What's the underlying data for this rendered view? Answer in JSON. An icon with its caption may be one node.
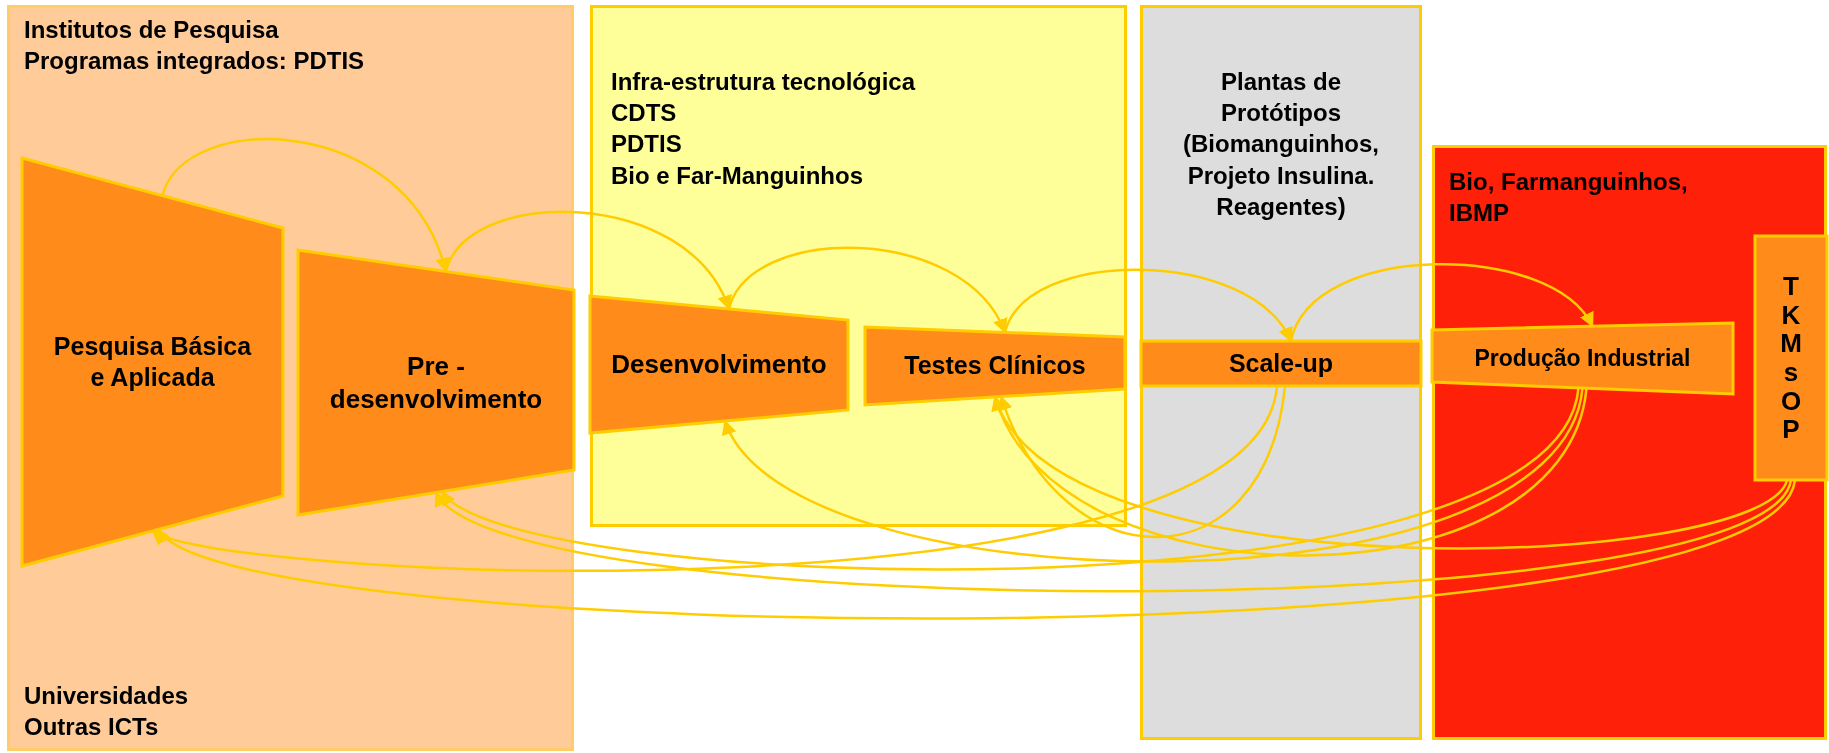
{
  "diagram": {
    "nodes": [
      {
        "text": [
          "Institutos de Pesquisa Programas integrados: PDTIS",
          "Universidades Outras ICTs"
        ]
      },
      {
        "text": [
          "Infra-estrutura tecnológica",
          "CDTS",
          "PDTIS",
          "Bio e Far-Manguinhos"
        ]
      },
      {
        "text": [
          "Plantas de Protótipos (Biomanguinhos, Projeto Insulina. Reagentes)"
        ]
      },
      {
        "text": [
          "Bio, Farmanguinhos, IBMP"
        ]
      },
      {
        "text": [
          "Pesquisa Básica e Aplicada"
        ],
        "in": 0
      },
      {
        "text": [
          "Pre - desenvolvimento"
        ],
        "in": 0
      },
      {
        "text": [
          "Desenvolvimento"
        ],
        "in": 1
      },
      {
        "text": [
          "Testes Clínicos"
        ],
        "in": 1
      },
      {
        "text": [
          "Scale-up"
        ],
        "in": 2
      },
      {
        "text": [
          "Produção Industrial"
        ],
        "in": 3
      },
      {
        "text": [
          "TKMsOP"
        ],
        "in": 3
      }
    ],
    "edges": [
      {
        "from": 4,
        "to": 5,
        "arrow": "to"
      },
      {
        "from": 5,
        "to": 6,
        "arrow": "to"
      },
      {
        "from": 6,
        "to": 7,
        "arrow": "to"
      },
      {
        "from": 7,
        "to": 8,
        "arrow": "to"
      },
      {
        "from": 8,
        "to": 9,
        "arrow": "to"
      },
      {
        "from": 8,
        "to": 7,
        "arrow": "to"
      },
      {
        "from": 8,
        "to": 4,
        "arrow": "to"
      },
      {
        "from": 9,
        "to": 6,
        "arrow": "to"
      },
      {
        "from": 9,
        "to": 7,
        "arrow": "to"
      },
      {
        "from": 9,
        "to": 5,
        "arrow": "to"
      },
      {
        "from": 10,
        "to": 5,
        "arrow": "to"
      },
      {
        "from": 10,
        "to": 4,
        "arrow": "to"
      },
      {
        "from": 10,
        "to": 7,
        "arrow": "to"
      }
    ]
  }
}
